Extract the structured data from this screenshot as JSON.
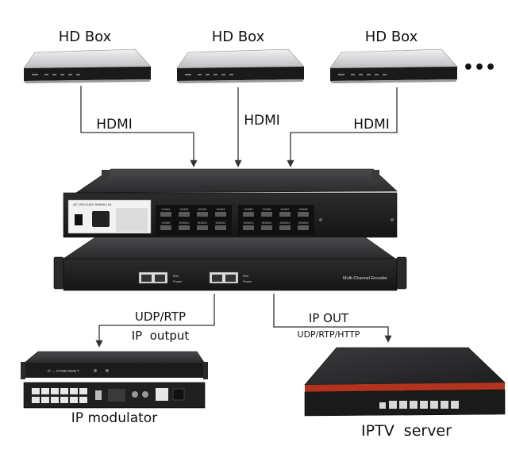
{
  "boxes": [
    {
      "label": "HD Box"
    },
    {
      "label": "HD Box"
    },
    {
      "label": "HD Box"
    }
  ],
  "more": "•••",
  "links": {
    "hdmi_1": "HDMI",
    "hdmi_2": "HDMI",
    "hdmi_3": "HDMI",
    "udp_rtp": "UDP/RTP",
    "ip_output": "IP  output",
    "ip_out": "IP OUT",
    "ip_out_protocols": "UDP/RTP/HTTP"
  },
  "encoder": {
    "power_label": "AC 100V-240V 50/60Hz 1A",
    "front_label": "Multi-Channel Encoder",
    "hdmi_ports_top": [
      "HDMI1",
      "HDMI2",
      "HDMI3",
      "HDMI4",
      "HDMI5",
      "HDMI6",
      "HDMI7",
      "HDMI8"
    ],
    "hdmi_ports_bottom": [
      "HDMI9",
      "HDMI10",
      "HDMI11",
      "HDMI12",
      "HDMI13",
      "HDMI14",
      "HDMI15",
      "HDMI16"
    ],
    "led_run": "Run",
    "led_power": "Power"
  },
  "devices": {
    "modulator": "IP modulator",
    "modulator_panel": "IP → DTMB ISDB-T",
    "server": "IPTV  server"
  },
  "colors": {
    "device_dark": "#1c1c1e",
    "device_silver": "#c9c9cb",
    "server_stripe": "#b2341e",
    "line": "#333333"
  }
}
